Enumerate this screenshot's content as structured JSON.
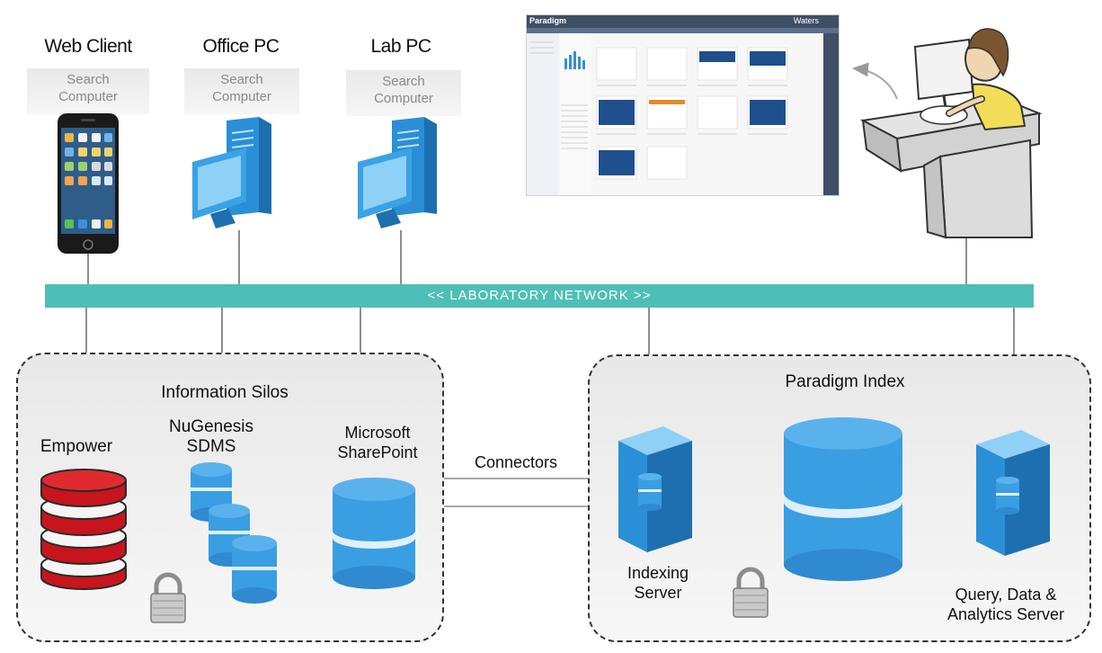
{
  "clients": [
    {
      "title": "Web Client",
      "search_line1": "Search",
      "search_line2": "Computer"
    },
    {
      "title": "Office PC",
      "search_line1": "Search",
      "search_line2": "Computer"
    },
    {
      "title": "Lab PC",
      "search_line1": "Search",
      "search_line2": "Computer"
    }
  ],
  "network": {
    "label": "<< LABORATORY NETWORK >>"
  },
  "silos": {
    "title": "Information Silos",
    "empower": "Empower",
    "nugenesis_line1": "NuGenesis",
    "nugenesis_line2": "SDMS",
    "sharepoint_line1": "Microsoft",
    "sharepoint_line2": "SharePoint"
  },
  "connectors_label": "Connectors",
  "paradigm": {
    "title": "Paradigm Index",
    "indexing_line1": "Indexing",
    "indexing_line2": "Server",
    "query_line1": "Query, Data &",
    "query_line2": "Analytics Server"
  },
  "screenshot": {
    "app_title": "Paradigm",
    "brand": "Waters"
  },
  "colors": {
    "network": "#4ebfb6",
    "server_blue": "#2a8fd6",
    "empower_red": "#c8141c",
    "silo_bg": "#ececec"
  }
}
